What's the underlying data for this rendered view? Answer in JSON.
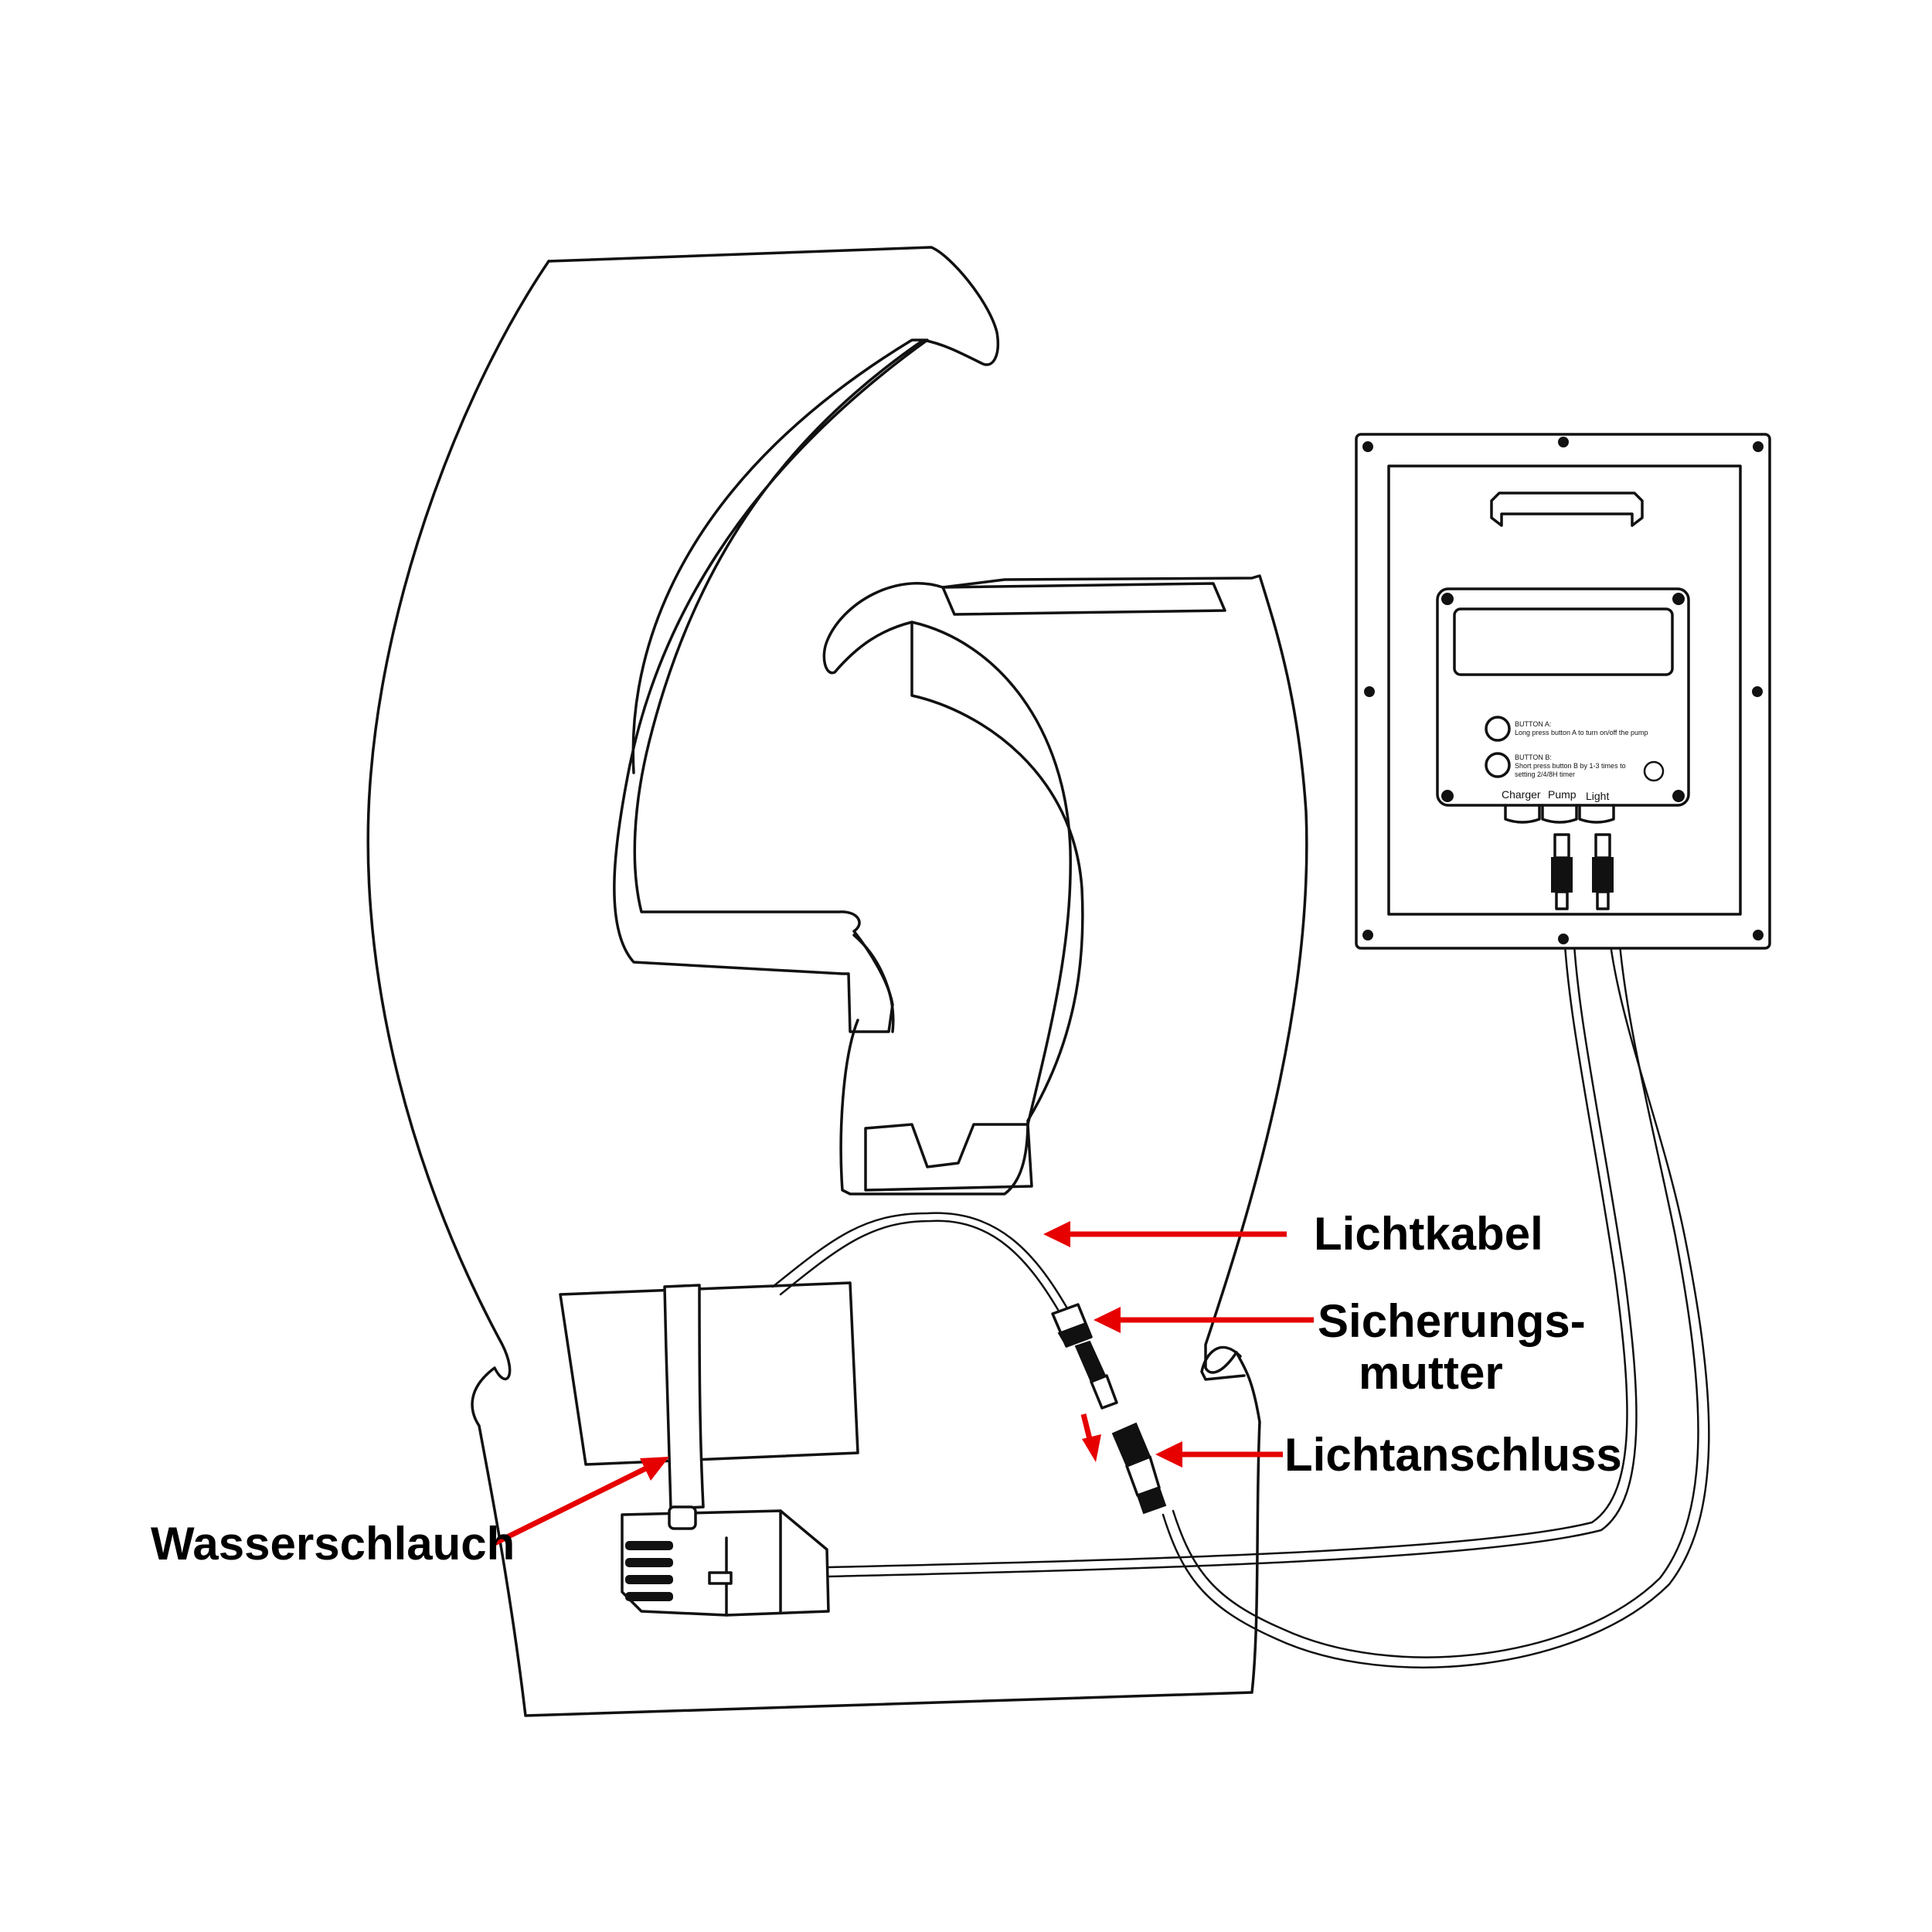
{
  "labels": {
    "lichtkabel": "Lichtkabel",
    "sicherungsmutter_line1": "Sicherungs-",
    "sicherungsmutter_line2": "mutter",
    "lichtanschluss": "Lichtanschluss",
    "wasserschlauch": "Wasserschlauch"
  },
  "control_box": {
    "button_a_title": "BUTTON A:",
    "button_a_desc": "Long press button A to turn on/off the pump",
    "button_b_title": "BUTTON B:",
    "button_b_desc_line1": "Short press button B by 1-3 times to",
    "button_b_desc_line2": "setting 2/4/8H timer",
    "port_charger": "Charger",
    "port_pump": "Pump",
    "port_light": "Light"
  },
  "colors": {
    "line": "#111111",
    "arrow": "#e60000",
    "background": "#ffffff"
  }
}
